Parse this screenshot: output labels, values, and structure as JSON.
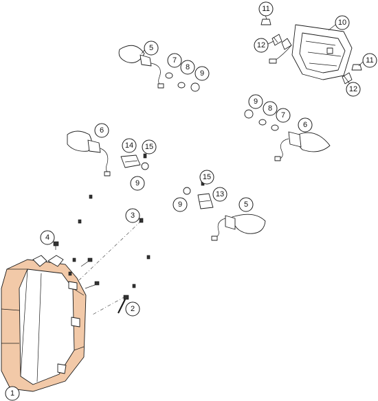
{
  "diagram": {
    "callouts": [
      {
        "id": "c11a",
        "label": "11"
      },
      {
        "id": "c10",
        "label": "10"
      },
      {
        "id": "c12a",
        "label": "12"
      },
      {
        "id": "c11b",
        "label": "11"
      },
      {
        "id": "c12b",
        "label": "12"
      },
      {
        "id": "c5a",
        "label": "5"
      },
      {
        "id": "c7a",
        "label": "7"
      },
      {
        "id": "c8a",
        "label": "8"
      },
      {
        "id": "c9a",
        "label": "9"
      },
      {
        "id": "c9b",
        "label": "9"
      },
      {
        "id": "c8b",
        "label": "8"
      },
      {
        "id": "c7b",
        "label": "7"
      },
      {
        "id": "c6b",
        "label": "6"
      },
      {
        "id": "c6a",
        "label": "6"
      },
      {
        "id": "c14",
        "label": "14"
      },
      {
        "id": "c15a",
        "label": "15"
      },
      {
        "id": "c9c",
        "label": "9"
      },
      {
        "id": "c15b",
        "label": "15"
      },
      {
        "id": "c13",
        "label": "13"
      },
      {
        "id": "c9d",
        "label": "9"
      },
      {
        "id": "c5b",
        "label": "5"
      },
      {
        "id": "c3",
        "label": "3"
      },
      {
        "id": "c4",
        "label": "4"
      },
      {
        "id": "c2",
        "label": "2"
      },
      {
        "id": "c1",
        "label": "1"
      }
    ],
    "colors": {
      "line": "#1a1a1a",
      "accent_fill": "#f2c9a8",
      "background": "#ffffff"
    }
  }
}
